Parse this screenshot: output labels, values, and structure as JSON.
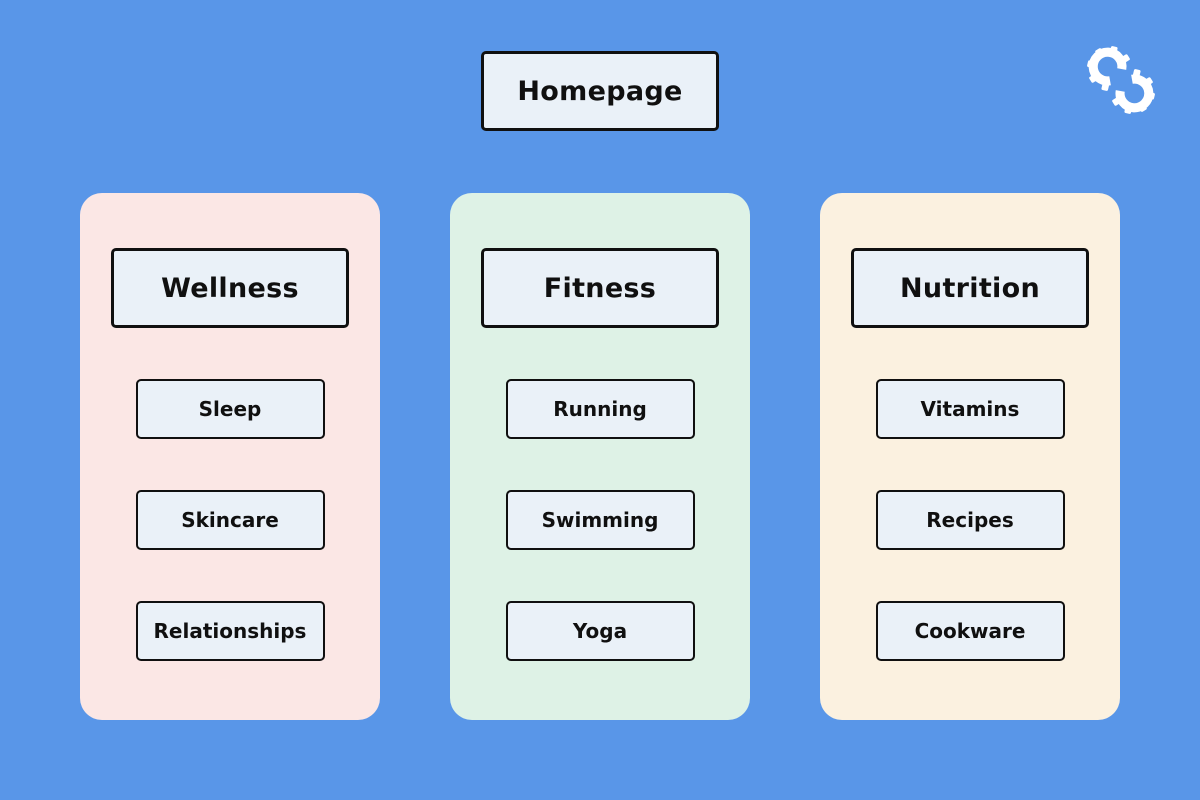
{
  "page": {
    "background_color": "#5996e8",
    "node_fill_color": "#eaf1f8",
    "node_border_color": "#101010",
    "text_color": "#101010"
  },
  "header": {
    "title": "Homepage"
  },
  "logo": {
    "name": "interlocking-gears-logo",
    "color": "#ffffff"
  },
  "columns": [
    {
      "title": "Wellness",
      "panel_color": "#fbe7e5",
      "items": [
        "Sleep",
        "Skincare",
        "Relationships"
      ]
    },
    {
      "title": "Fitness",
      "panel_color": "#def2e6",
      "items": [
        "Running",
        "Swimming",
        "Yoga"
      ]
    },
    {
      "title": "Nutrition",
      "panel_color": "#fbf1e0",
      "items": [
        "Vitamins",
        "Recipes",
        "Cookware"
      ]
    }
  ]
}
